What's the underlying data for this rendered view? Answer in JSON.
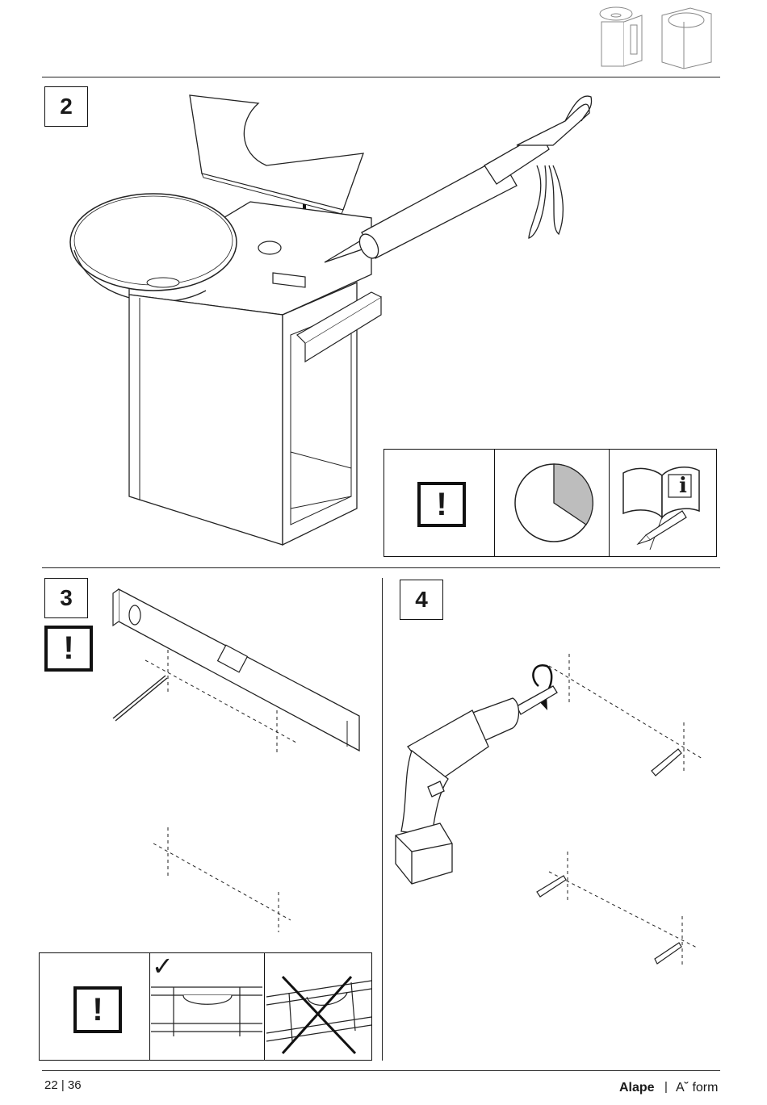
{
  "steps": {
    "step2": {
      "number": "2"
    },
    "step3": {
      "number": "3"
    },
    "step4": {
      "number": "4"
    }
  },
  "symbols": {
    "warning": "!",
    "info": "i",
    "check": "✓"
  },
  "icons": [
    "washbasin-cabinet-icon",
    "washbasin-column-icon",
    "caulking-gun-icon",
    "spirit-level-icon",
    "drill-icon",
    "clock-icon",
    "manual-info-icon",
    "warning-icon"
  ],
  "footer": {
    "page": "22 | 36",
    "brand": "Alape",
    "separator": "|",
    "product": "A˘ form"
  }
}
